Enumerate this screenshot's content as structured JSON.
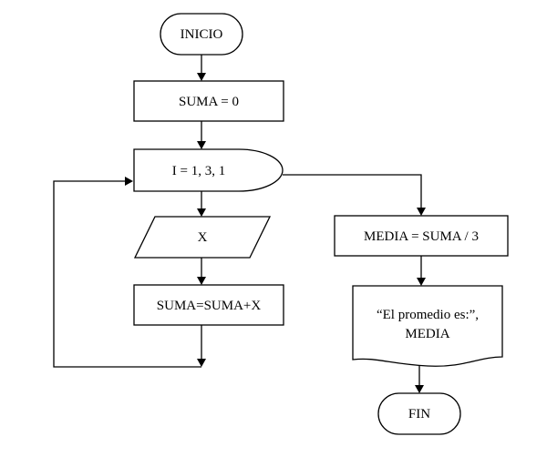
{
  "flowchart": {
    "start": "INICIO",
    "init": "SUMA = 0",
    "loop": "I = 1,  3,  1",
    "input": "X",
    "accumulate": "SUMA=SUMA+X",
    "compute": "MEDIA = SUMA / 3",
    "output_line1": "“El promedio es:”,",
    "output_line2": "MEDIA",
    "end": "FIN"
  }
}
